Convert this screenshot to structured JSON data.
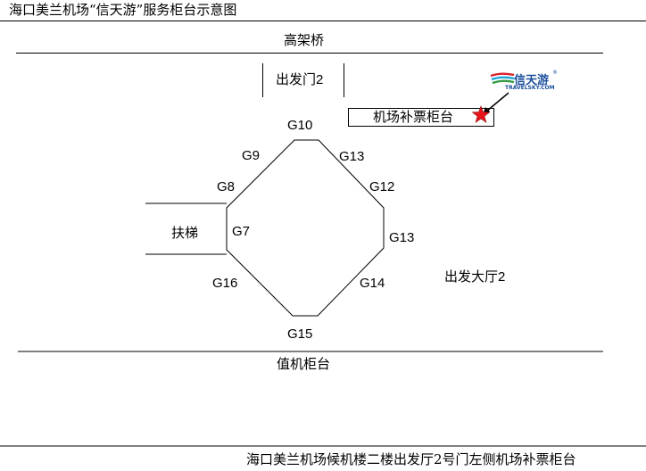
{
  "header": {
    "title": "海口美兰机场“信天游”服务柜台示意图"
  },
  "labels": {
    "overpass": "高架桥",
    "departure_gate": "出发门2",
    "counter": "机场补票柜台",
    "escalator": "扶梯",
    "departure_hall": "出发大厅2",
    "checkin_counter": "值机柜台"
  },
  "gates": {
    "g10": "G10",
    "g9": "G9",
    "g13_top": "G13",
    "g8": "G8",
    "g12": "G12",
    "g7": "G7",
    "g13_right": "G13",
    "g16": "G16",
    "g14": "G14",
    "g15": "G15"
  },
  "logo": {
    "name": "信天游",
    "sub": "TRAVELSKY.COM",
    "mark": "®"
  },
  "footer": {
    "caption": "海口美兰机场候机楼二楼出发厅2号门左侧机场补票柜台"
  },
  "colors": {
    "star": "#e8161c",
    "logo_blue": "#1b4f9c",
    "logo_red": "#d9232e",
    "logo_green": "#2e9a3e",
    "logo_cyan": "#1aa3d9"
  }
}
